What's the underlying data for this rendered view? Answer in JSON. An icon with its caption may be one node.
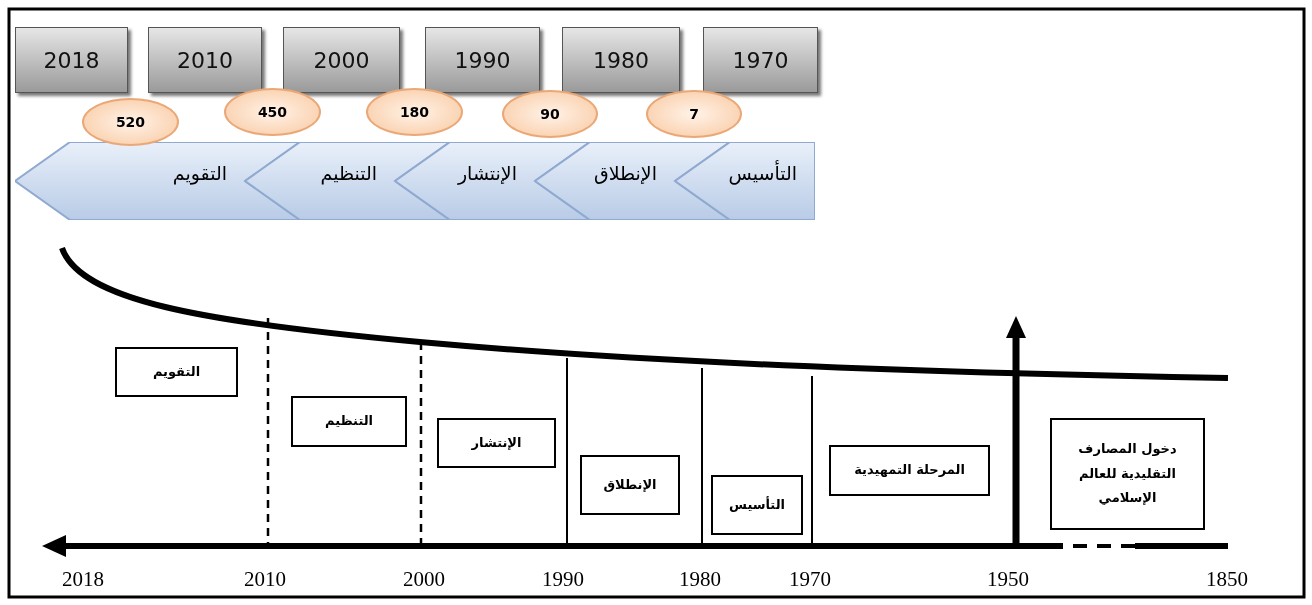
{
  "diagram": {
    "nodes": [
      {
        "text": [
          "2018"
        ]
      },
      {
        "text": [
          "2010"
        ]
      },
      {
        "text": [
          "2000"
        ]
      },
      {
        "text": [
          "1990"
        ]
      },
      {
        "text": [
          "1980"
        ]
      },
      {
        "text": [
          "1970"
        ]
      },
      {
        "text": [
          "520"
        ]
      },
      {
        "text": [
          "450"
        ]
      },
      {
        "text": [
          "180"
        ]
      },
      {
        "text": [
          "90"
        ]
      },
      {
        "text": [
          "7"
        ]
      },
      {
        "text": [
          "التقويم"
        ]
      },
      {
        "text": [
          "التنظيم"
        ]
      },
      {
        "text": [
          "الإنتشار"
        ]
      },
      {
        "text": [
          "الإنطلاق"
        ]
      },
      {
        "text": [
          "التأسيس"
        ]
      },
      {
        "text": [
          "التقويم"
        ]
      },
      {
        "text": [
          "التنظيم"
        ]
      },
      {
        "text": [
          "الإنتشار"
        ]
      },
      {
        "text": [
          "الإنطلاق"
        ]
      },
      {
        "text": [
          "التأسيس"
        ]
      },
      {
        "text": [
          "المرحلة التمهيدية"
        ]
      },
      {
        "text": [
          "دخول المصارف التقليدية للعالم الإسلامي"
        ]
      }
    ],
    "labels": [
      "2018",
      "2010",
      "2000",
      "1990",
      "1980",
      "1970",
      "1950",
      "1850"
    ]
  }
}
